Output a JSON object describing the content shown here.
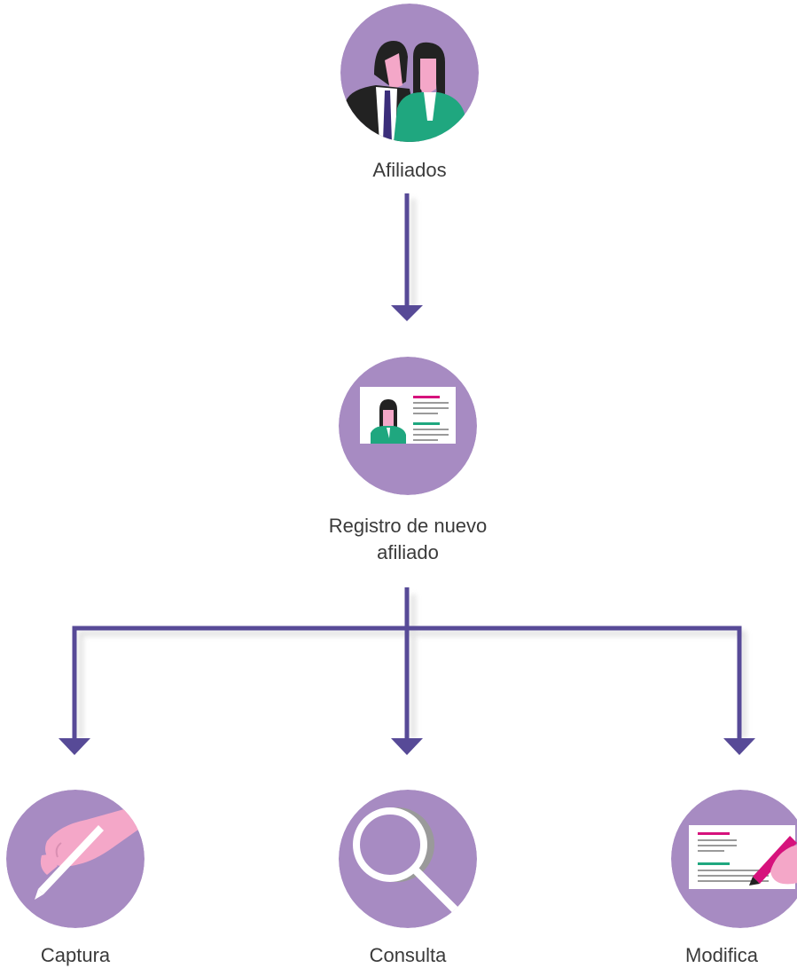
{
  "nodes": {
    "afiliados": {
      "label": "Afiliados"
    },
    "registro": {
      "line1": "Registro de nuevo",
      "line2": "afiliado"
    },
    "captura": {
      "label": "Captura"
    },
    "consulta": {
      "label": "Consulta"
    },
    "modifica": {
      "label": "Modifica"
    }
  },
  "colors": {
    "circle": "#a78bc2",
    "arrow": "#574a97",
    "green": "#1fa77f",
    "pink": "#f4a7c8",
    "magenta": "#d6127c",
    "dark": "#222222",
    "gray": "#9a9a9a"
  },
  "icons": {
    "afiliados": "people-icon",
    "registro": "id-card-icon",
    "captura": "hand-pen-icon",
    "consulta": "magnifier-icon",
    "modifica": "document-edit-icon"
  }
}
